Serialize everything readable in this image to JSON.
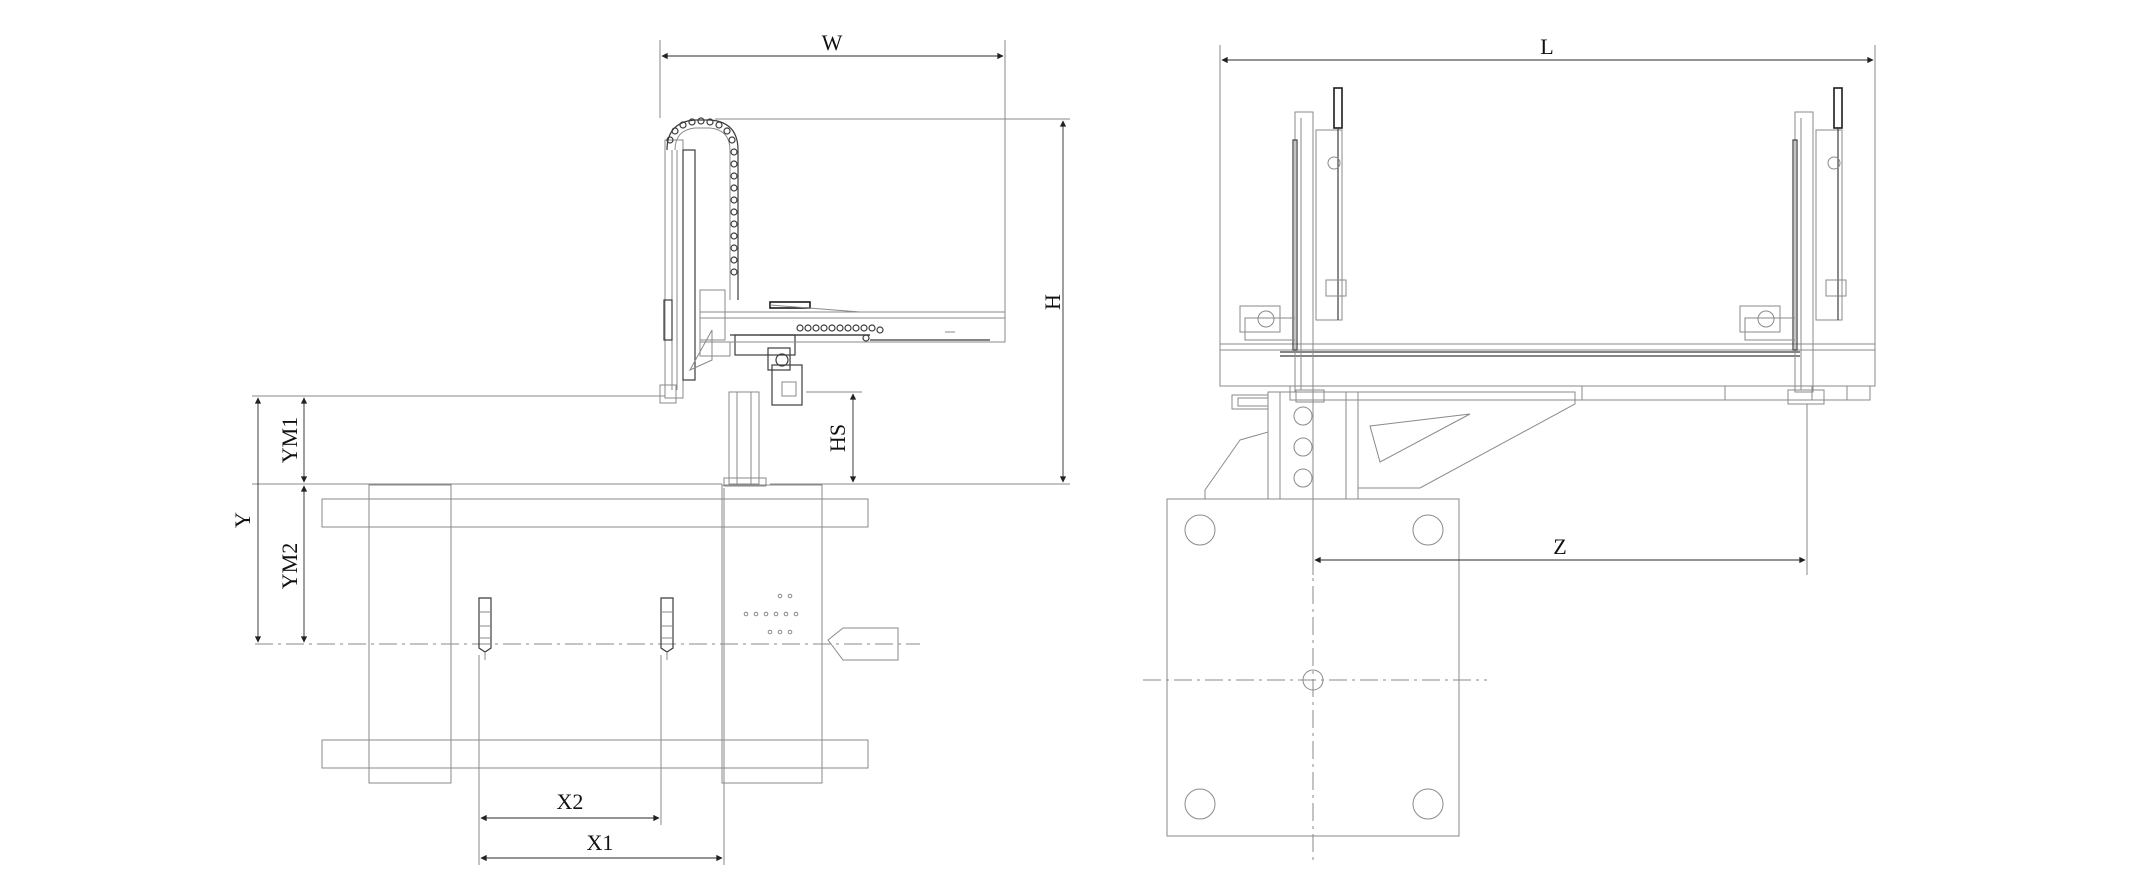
{
  "dimensions": {
    "side_view": {
      "W": "W",
      "H": "H",
      "HS": "HS",
      "Y": "Y",
      "YM1": "YM1",
      "YM2": "YM2",
      "X1": "X1",
      "X2": "X2"
    },
    "front_view": {
      "L": "L",
      "Z": "Z"
    }
  }
}
